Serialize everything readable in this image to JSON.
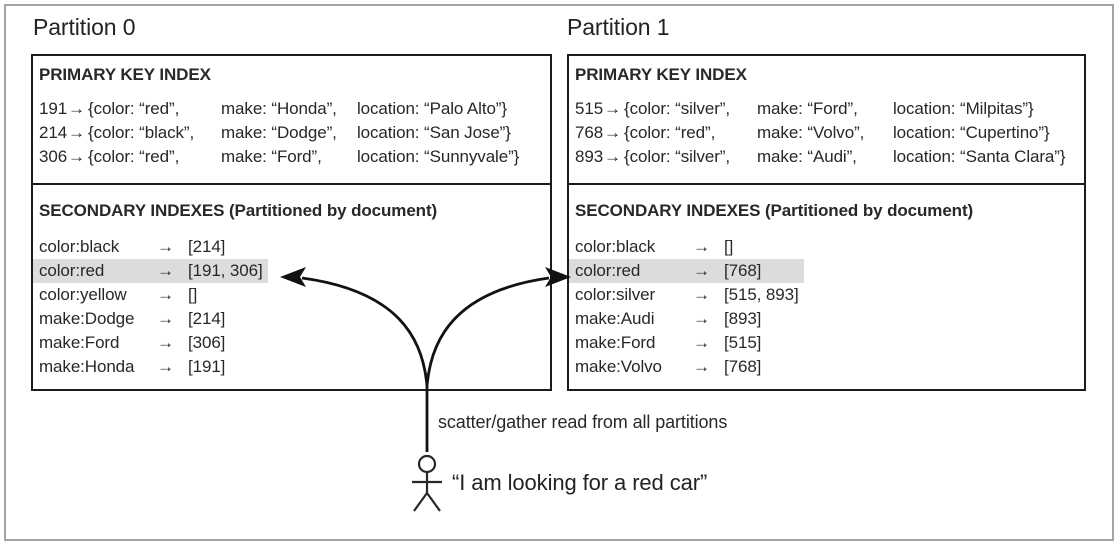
{
  "partitions": [
    {
      "title": "Partition 0",
      "primary_index": {
        "header": "PRIMARY KEY INDEX",
        "rows": [
          {
            "id": "191",
            "color": "{color: “red”,",
            "make": "make: “Honda”,",
            "location": "location: “Palo Alto”}"
          },
          {
            "id": "214",
            "color": "{color: “black”,",
            "make": "make: “Dodge”,",
            "location": "location: “San Jose”}"
          },
          {
            "id": "306",
            "color": "{color: “red”,",
            "make": "make: “Ford”,",
            "location": "location: “Sunnyvale”}"
          }
        ]
      },
      "secondary_indexes": {
        "header": "SECONDARY INDEXES (Partitioned by document)",
        "rows": [
          {
            "key": "color:black",
            "value": "[214]",
            "highlighted": false
          },
          {
            "key": "color:red",
            "value": "[191, 306]",
            "highlighted": true
          },
          {
            "key": "color:yellow",
            "value": "[]",
            "highlighted": false
          },
          {
            "key": "make:Dodge",
            "value": "[214]",
            "highlighted": false
          },
          {
            "key": "make:Ford",
            "value": "[306]",
            "highlighted": false
          },
          {
            "key": "make:Honda",
            "value": "[191]",
            "highlighted": false
          }
        ]
      }
    },
    {
      "title": "Partition 1",
      "primary_index": {
        "header": "PRIMARY KEY INDEX",
        "rows": [
          {
            "id": "515",
            "color": "{color: “silver”,",
            "make": "make: “Ford”,",
            "location": "location: “Milpitas”}"
          },
          {
            "id": "768",
            "color": "{color: “red”,",
            "make": "make: “Volvo”,",
            "location": "location: “Cupertino”}"
          },
          {
            "id": "893",
            "color": "{color: “silver”,",
            "make": "make: “Audi”,",
            "location": "location: “Santa Clara”}"
          }
        ]
      },
      "secondary_indexes": {
        "header": "SECONDARY INDEXES (Partitioned by document)",
        "rows": [
          {
            "key": "color:black",
            "value": "[]",
            "highlighted": false
          },
          {
            "key": "color:red",
            "value": "[768]",
            "highlighted": true
          },
          {
            "key": "color:silver",
            "value": "[515, 893]",
            "highlighted": false
          },
          {
            "key": "make:Audi",
            "value": "[893]",
            "highlighted": false
          },
          {
            "key": "make:Ford",
            "value": "[515]",
            "highlighted": false
          },
          {
            "key": "make:Volvo",
            "value": "[768]",
            "highlighted": false
          }
        ]
      }
    }
  ],
  "annotations": {
    "scatter_gather_label": "scatter/gather read from all partitions",
    "user_quote": "“I am looking for a red car”"
  },
  "glyphs": {
    "maps_to_arrow": "→"
  },
  "colors": {
    "highlight": "#dcdcdc",
    "text": "#2b2627",
    "box_border": "#1c1c1c",
    "outer_border": "#a3a3a3"
  }
}
